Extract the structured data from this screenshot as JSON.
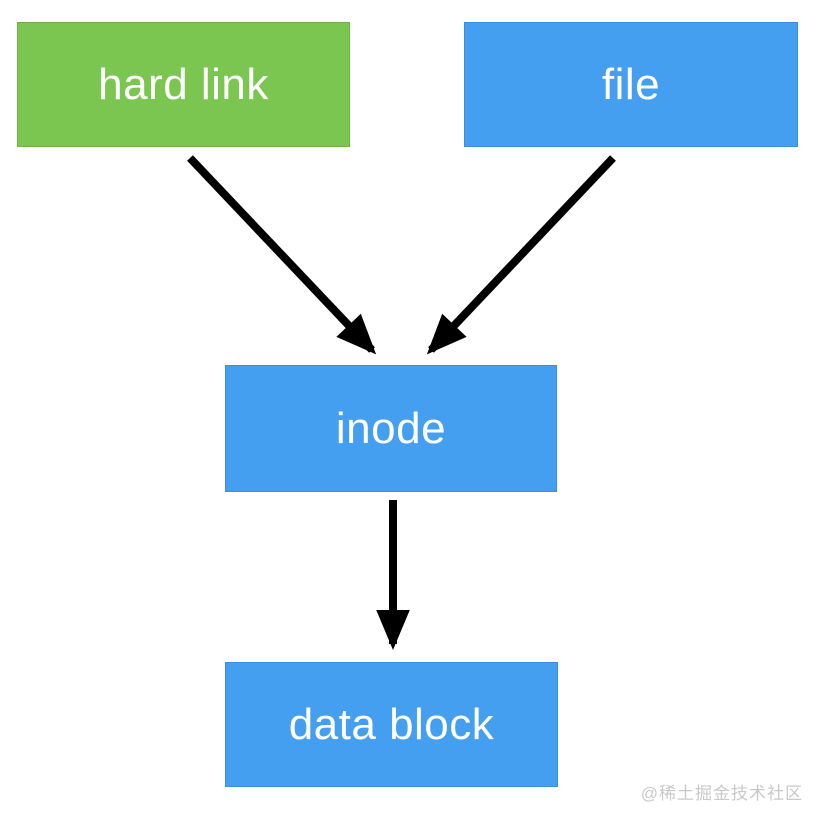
{
  "diagram": {
    "background": "#ffffff",
    "nodes": {
      "hard_link": {
        "label": "hard link",
        "color": "#7ac651",
        "text_color": "#ffffff"
      },
      "file": {
        "label": "file",
        "color": "#459ff0",
        "text_color": "#ffffff"
      },
      "inode": {
        "label": "inode",
        "color": "#459ff0",
        "text_color": "#ffffff"
      },
      "data_block": {
        "label": "data block",
        "color": "#459ff0",
        "text_color": "#ffffff"
      }
    },
    "edges": [
      {
        "from": "hard link",
        "to": "inode"
      },
      {
        "from": "file",
        "to": "inode"
      },
      {
        "from": "inode",
        "to": "data block"
      }
    ],
    "arrow_color": "#000000"
  },
  "watermark": {
    "text": "@稀土掘金技术社区",
    "color": "#c9c9c9"
  }
}
